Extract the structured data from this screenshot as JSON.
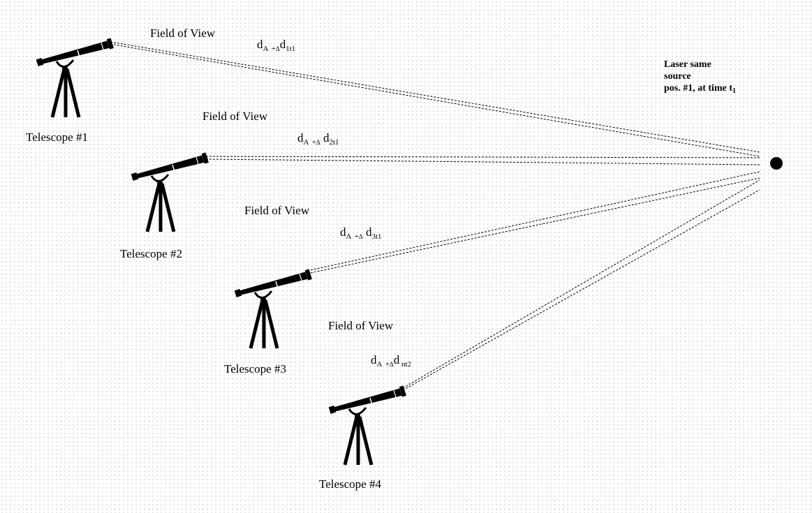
{
  "source": {
    "line1": "Laser same",
    "line2": "source",
    "line3_text": "pos. #1, at time t",
    "line3_sub": "1"
  },
  "telescopes": [
    {
      "label": "Telescope #1",
      "fov": "Field of View",
      "d_main": "d",
      "d_sub_a": "A",
      "d_plus": "+",
      "d_delta": "Δ",
      "d_second": "d",
      "d_sub2": "1t1"
    },
    {
      "label": "Telescope #2",
      "fov": "Field of View",
      "d_main": "d",
      "d_sub_a": "A",
      "d_plus": "+",
      "d_delta": "Δ",
      "d_second": " d",
      "d_sub2": "2t1"
    },
    {
      "label": "Telescope #3",
      "fov": "Field of View",
      "d_main": "d",
      "d_sub_a": "A",
      "d_plus": "+",
      "d_delta": "Δ",
      "d_second": " d",
      "d_sub2": "3t1"
    },
    {
      "label": "Telescope #4",
      "fov": "Field of View",
      "d_main": "d",
      "d_sub_a": "A",
      "d_plus": "+",
      "d_delta": "Δ",
      "d_second": "d",
      "d_sub2": " nt2"
    }
  ]
}
